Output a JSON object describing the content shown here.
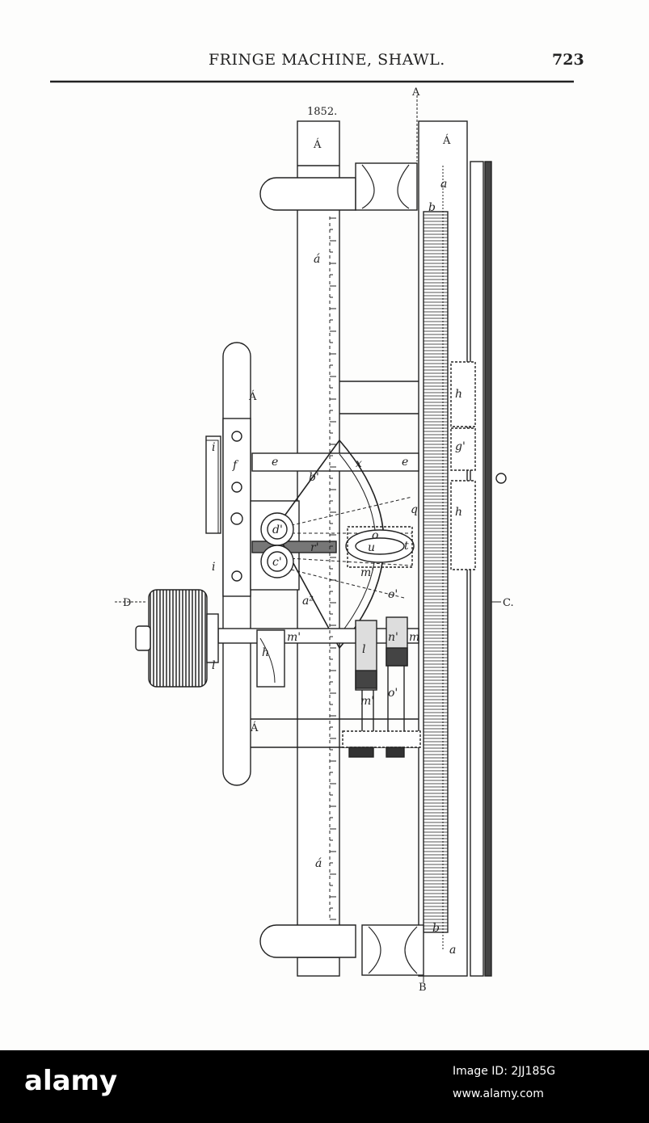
{
  "header": {
    "title": "FRINGE MACHINE, SHAWL.",
    "page_number": "723"
  },
  "figure": {
    "year": "1852.",
    "labels": {
      "A_top": "A",
      "B_bottom": "B",
      "C_right": "C.",
      "D_left": "D",
      "A_prime": "Á",
      "a": "a",
      "a_prime": "á",
      "a2": "a²",
      "b": "b",
      "b_prime": "b'",
      "c_prime": "c'",
      "d_prime": "d'",
      "e": "e",
      "f": "f",
      "g_prime": "g'",
      "h": "h",
      "i": "i",
      "l": "l",
      "m": "m",
      "m_prime": "m'",
      "n_prime": "n'",
      "o": "o",
      "o_prime": "o'",
      "q": "q",
      "r_prime": "r'",
      "t": "t",
      "u": "u",
      "x": "x"
    }
  },
  "footer": {
    "watermark": "alamy",
    "image_id": "Image ID: 2JJ185G",
    "site": "www.alamy.com"
  },
  "colors": {
    "ink": "#222222",
    "paper": "#fdfdfc",
    "footer_bg": "#000000",
    "footer_text": "#ffffff"
  }
}
